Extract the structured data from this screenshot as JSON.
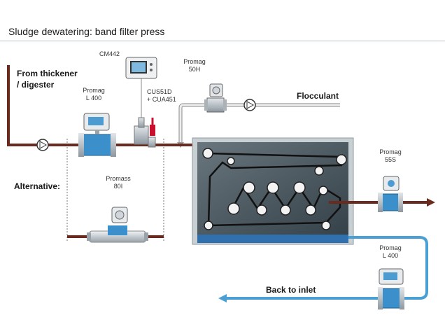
{
  "title": "Sludge dewatering: band filter press",
  "labels": {
    "from_thickener_line1": "From thickener",
    "from_thickener_line2": "/ digester",
    "alternative": "Alternative:",
    "flocculant": "Flocculant",
    "back_to_inlet": "Back to inlet"
  },
  "devices": {
    "cm442": {
      "name": "CM442"
    },
    "cus51d": {
      "line1": "CUS51D",
      "line2": "+ CUA451"
    },
    "promag_50h": {
      "line1": "Promag",
      "line2": "50H"
    },
    "promag_l400_inlet": {
      "line1": "Promag",
      "line2": "L 400"
    },
    "promass_80i": {
      "line1": "Promass",
      "line2": "80I"
    },
    "promag_55s": {
      "line1": "Promag",
      "line2": "55S"
    },
    "promag_l400_return": {
      "line1": "Promag",
      "line2": "L 400"
    }
  },
  "colors": {
    "sludge_pipe": "#6b2a1e",
    "flocculant_pipe": "#e4e4e4",
    "return_pipe": "#4a9fd4",
    "press_body": "#47535b",
    "meter_blue": "#3b8fca",
    "accent_red": "#c8102e"
  }
}
